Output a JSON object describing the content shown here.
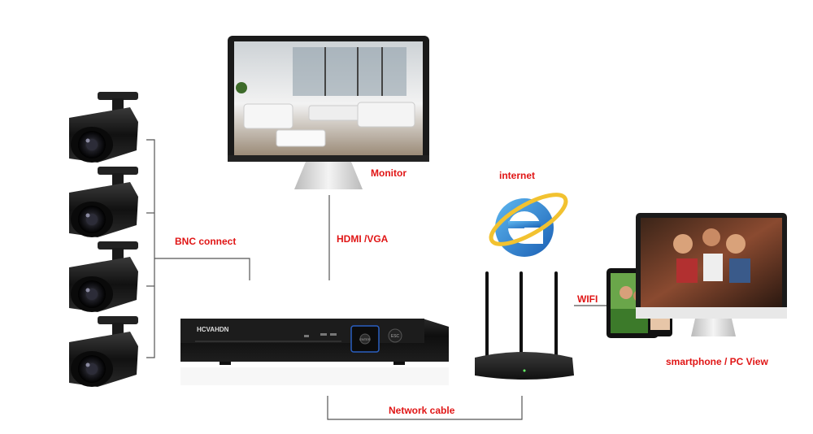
{
  "labels": {
    "monitor": "Monitor",
    "internet": "internet",
    "bnc": "BNC connect",
    "hdmi": "HDMI /VGA",
    "wifi": "WIFI",
    "network": "Network cable",
    "view": "smartphone / PC View"
  },
  "dvr": {
    "brand": "HCVAHDN",
    "button_label": "ESC",
    "center_label": "ENTER"
  },
  "colors": {
    "label": "#e01515",
    "line": "#555555",
    "device": "#1a1a1a"
  },
  "icons": [
    "camera-icon",
    "monitor-icon",
    "internet-explorer-icon",
    "router-icon",
    "dvr-icon",
    "tablet-icon",
    "smartphone-icon",
    "pc-monitor-icon"
  ]
}
